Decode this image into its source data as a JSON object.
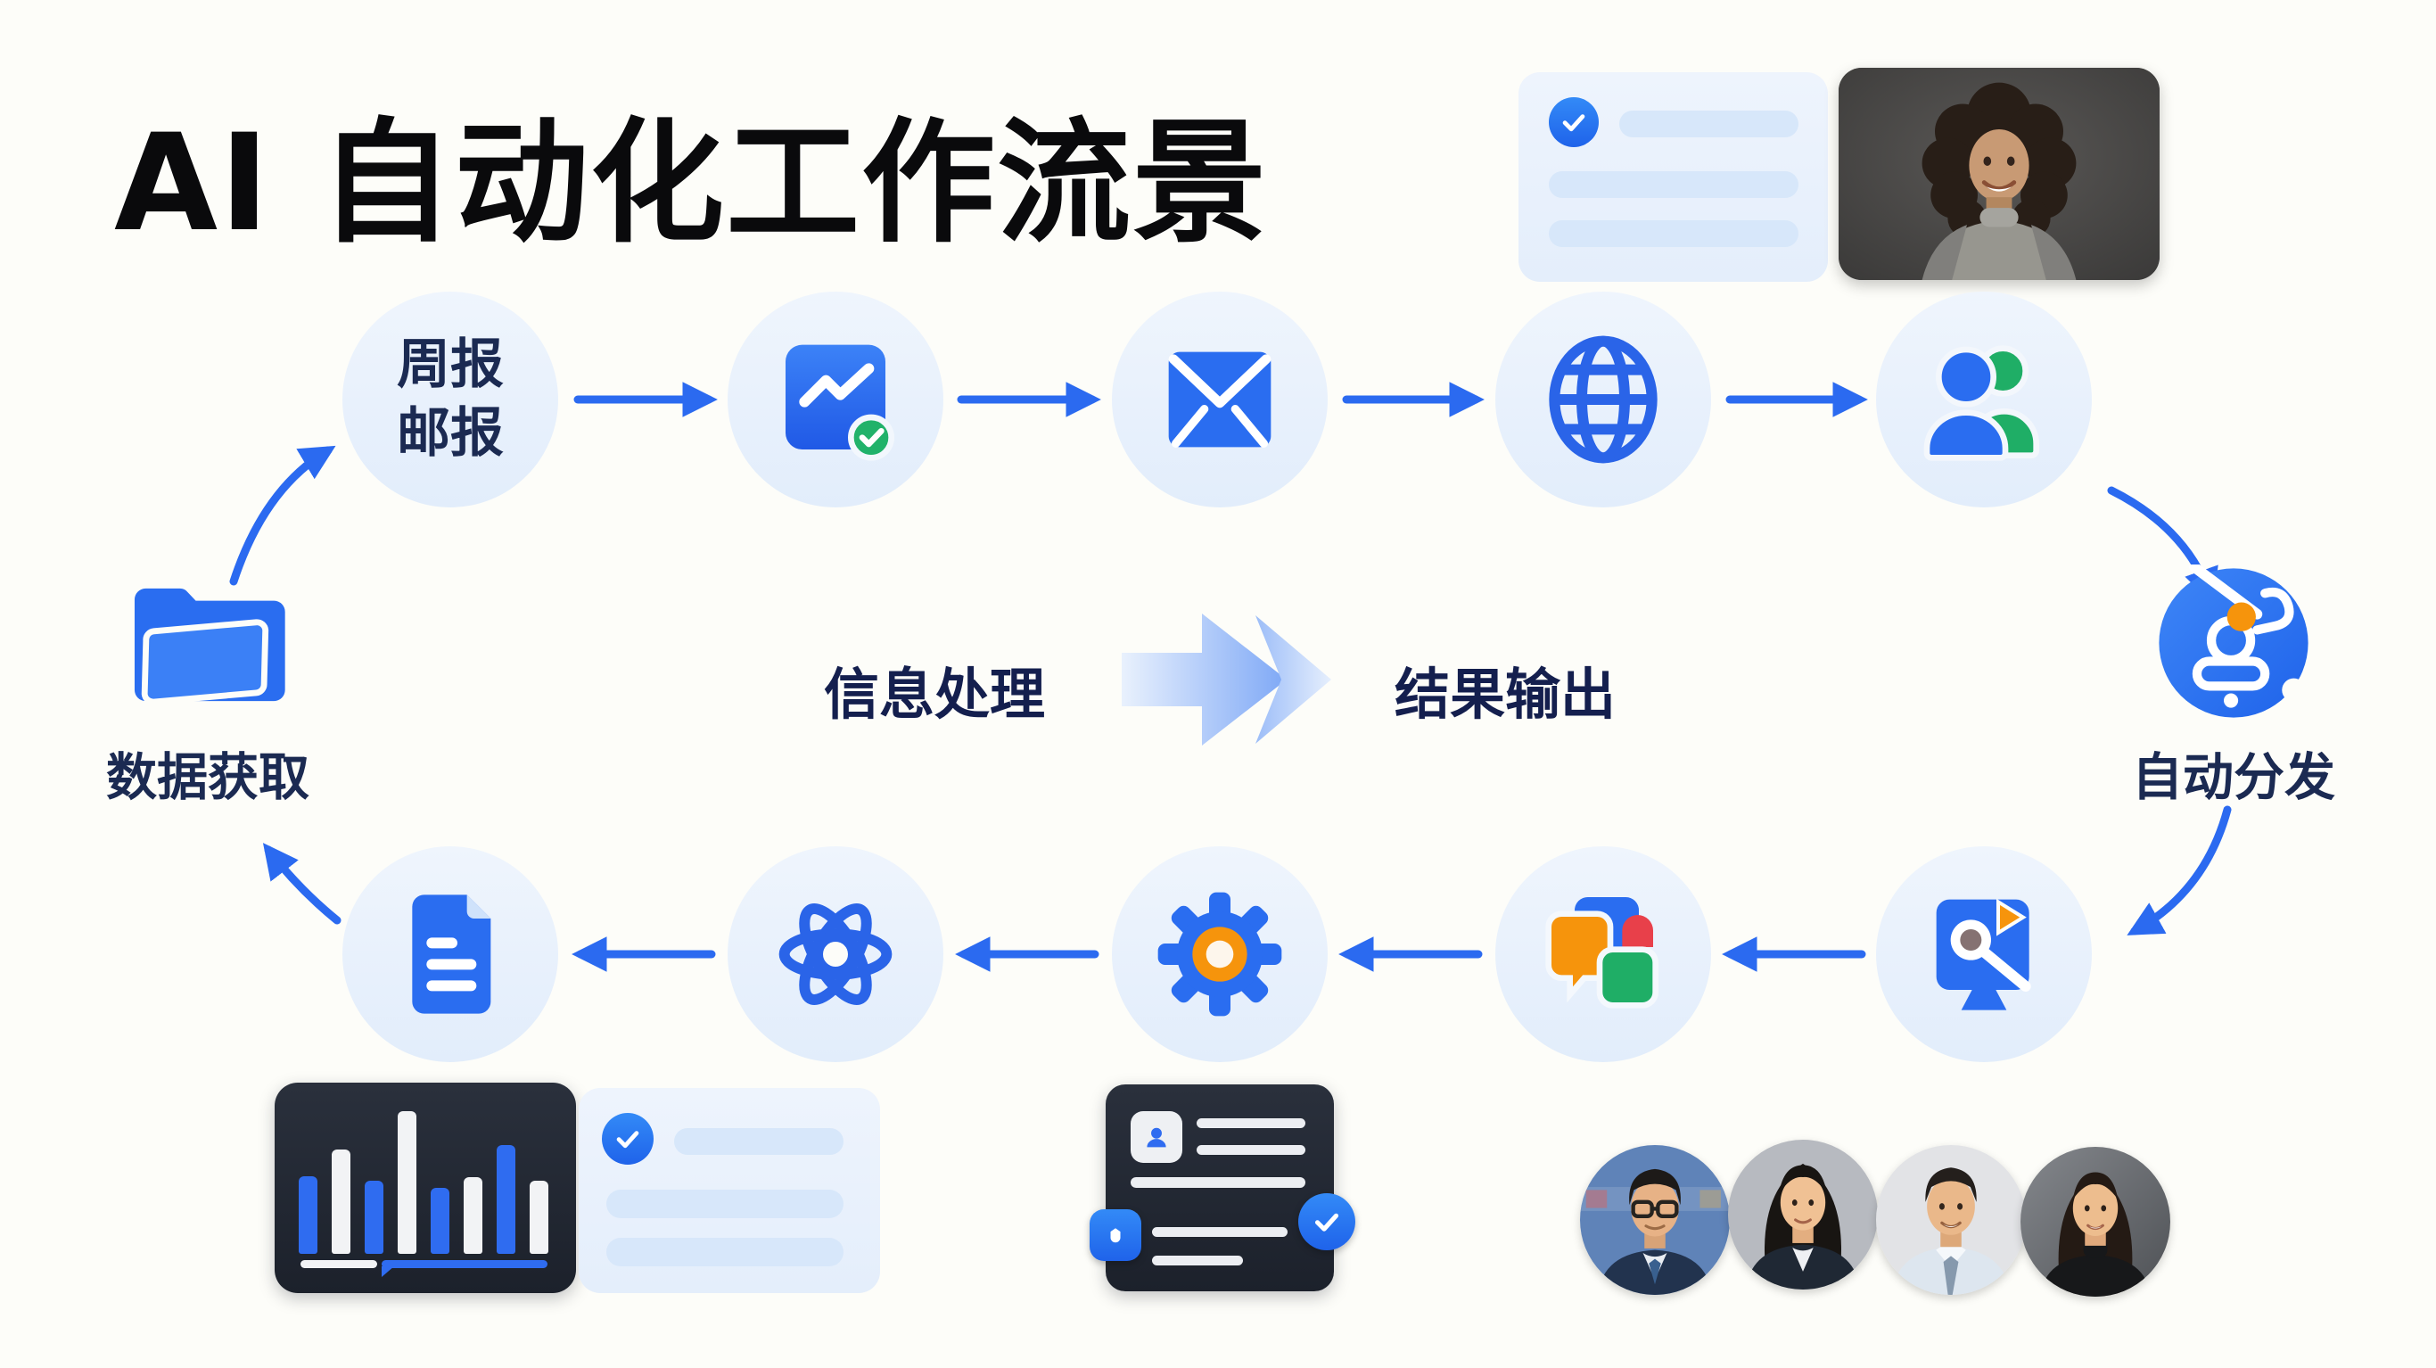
{
  "title": "AI 自动化工作流景",
  "center": {
    "processing_label": "信息处理",
    "output_label": "结果输出",
    "arrow_icon": "gradient-chevron-right-arrow"
  },
  "nodes": {
    "weekly_report": {
      "label_line1": "周报",
      "label_line2": "邮报"
    },
    "trend_doc": {
      "icon": "trend-document-check-icon"
    },
    "mail": {
      "icon": "mail-icon"
    },
    "web": {
      "icon": "globe-icon"
    },
    "team": {
      "icon": "users-icon"
    },
    "auto_distribute": {
      "label": "自动分发",
      "icon": "robot-arm-icon"
    },
    "screen_media": {
      "icon": "monitor-media-icon"
    },
    "apps_chat": {
      "icon": "chat-apps-icon"
    },
    "settings": {
      "icon": "gear-icon"
    },
    "ai_core": {
      "icon": "atom-icon"
    },
    "document": {
      "icon": "document-icon"
    },
    "data_fetch": {
      "label": "数据获取",
      "icon": "folder-icon"
    }
  },
  "cards": {
    "report_preview": {
      "icon": "check-circle-icon",
      "skeleton_lines": 3
    },
    "photo": {
      "image": "woman-curly-hair-portrait"
    },
    "analytics": {
      "bars": [
        {
          "color": "blue",
          "h": 87
        },
        {
          "color": "white",
          "h": 117
        },
        {
          "color": "blue",
          "h": 82
        },
        {
          "color": "white",
          "h": 160
        },
        {
          "color": "blue",
          "h": 74
        },
        {
          "color": "white",
          "h": 86
        },
        {
          "color": "blue",
          "h": 122
        },
        {
          "color": "white",
          "h": 82
        }
      ],
      "underline_segments": [
        "white",
        "blue"
      ]
    },
    "checklist": {
      "icon": "check-circle-icon",
      "skeleton_lines": 3
    },
    "profile": {
      "icon": "user-card-icon",
      "badge_icon": "app-badge-icon",
      "check_icon": "check-circle-icon",
      "skeleton_lines": 5
    }
  },
  "avatars": [
    {
      "name": "man-glasses-portrait"
    },
    {
      "name": "woman-suit-portrait"
    },
    {
      "name": "man-tie-portrait"
    },
    {
      "name": "woman-turtleneck-portrait"
    }
  ],
  "colors": {
    "primary_blue": "#2b6af0",
    "navy_text": "#1b2a52",
    "circle_fill": "#e8f1fc",
    "green": "#1fae66",
    "orange": "#f6940c",
    "red": "#e8404a",
    "dark_card": "#20252f",
    "light_card": "#eaf2fd",
    "background": "#fdfdf9"
  }
}
